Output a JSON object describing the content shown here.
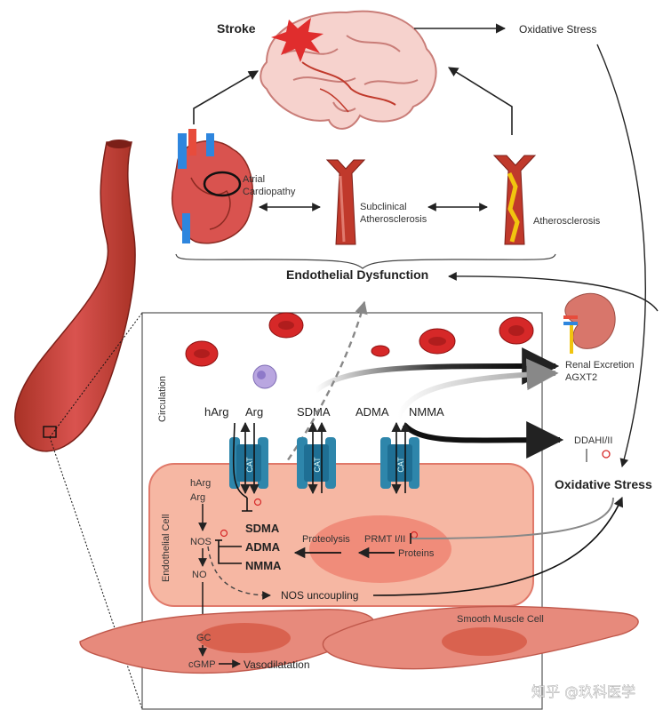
{
  "labels": {
    "stroke": "Stroke",
    "oxidative_stress_top": "Oxidative Stress",
    "atrial_cardiopathy_1": "Atrial",
    "atrial_cardiopathy_2": "Cardiopathy",
    "subclinical_1": "Subclinical",
    "subclinical_2": "Atherosclerosis",
    "atherosclerosis": "Atherosclerosis",
    "endothelial_dysfunction": "Endothelial Dysfunction",
    "renal_excretion_1": "Renal Excretion",
    "renal_excretion_2": "AGXT2",
    "ddahi": "DDAHI/II",
    "oxidative_stress_right": "Oxidative Stress",
    "circulation": "Circulation",
    "endothelial_cell": "Endothelial Cell",
    "harg": "hArg",
    "arg": "Arg",
    "sdma": "SDMA",
    "adma": "ADMA",
    "nmma": "NMMA",
    "cat": "CAT",
    "harg_in": "hArg",
    "arg_in": "Arg",
    "nos": "NOS",
    "no": "NO",
    "sdma_in": "SDMA",
    "adma_in": "ADMA",
    "nmma_in": "NMMA",
    "proteolysis": "Proteolysis",
    "prmt": "PRMT I/II",
    "proteins": "Proteins",
    "nos_uncoupling": "NOS uncoupling",
    "smooth_muscle_cell": "Smooth Muscle Cell",
    "gc": "GC",
    "cgmp": "cGMP",
    "vasodilatation": "Vasodilatation",
    "watermark": "知乎 @玖科医学"
  },
  "colors": {
    "vessel_red": "#c0392b",
    "cell_pink": "#f6b7a3",
    "cell_border": "#e0796a",
    "nucleus": "#f08c7a",
    "cat_blue": "#2e86ab",
    "brain_pink": "#f4c7c3",
    "blood_cell": "#d62828",
    "kidney": "#d8766b"
  }
}
